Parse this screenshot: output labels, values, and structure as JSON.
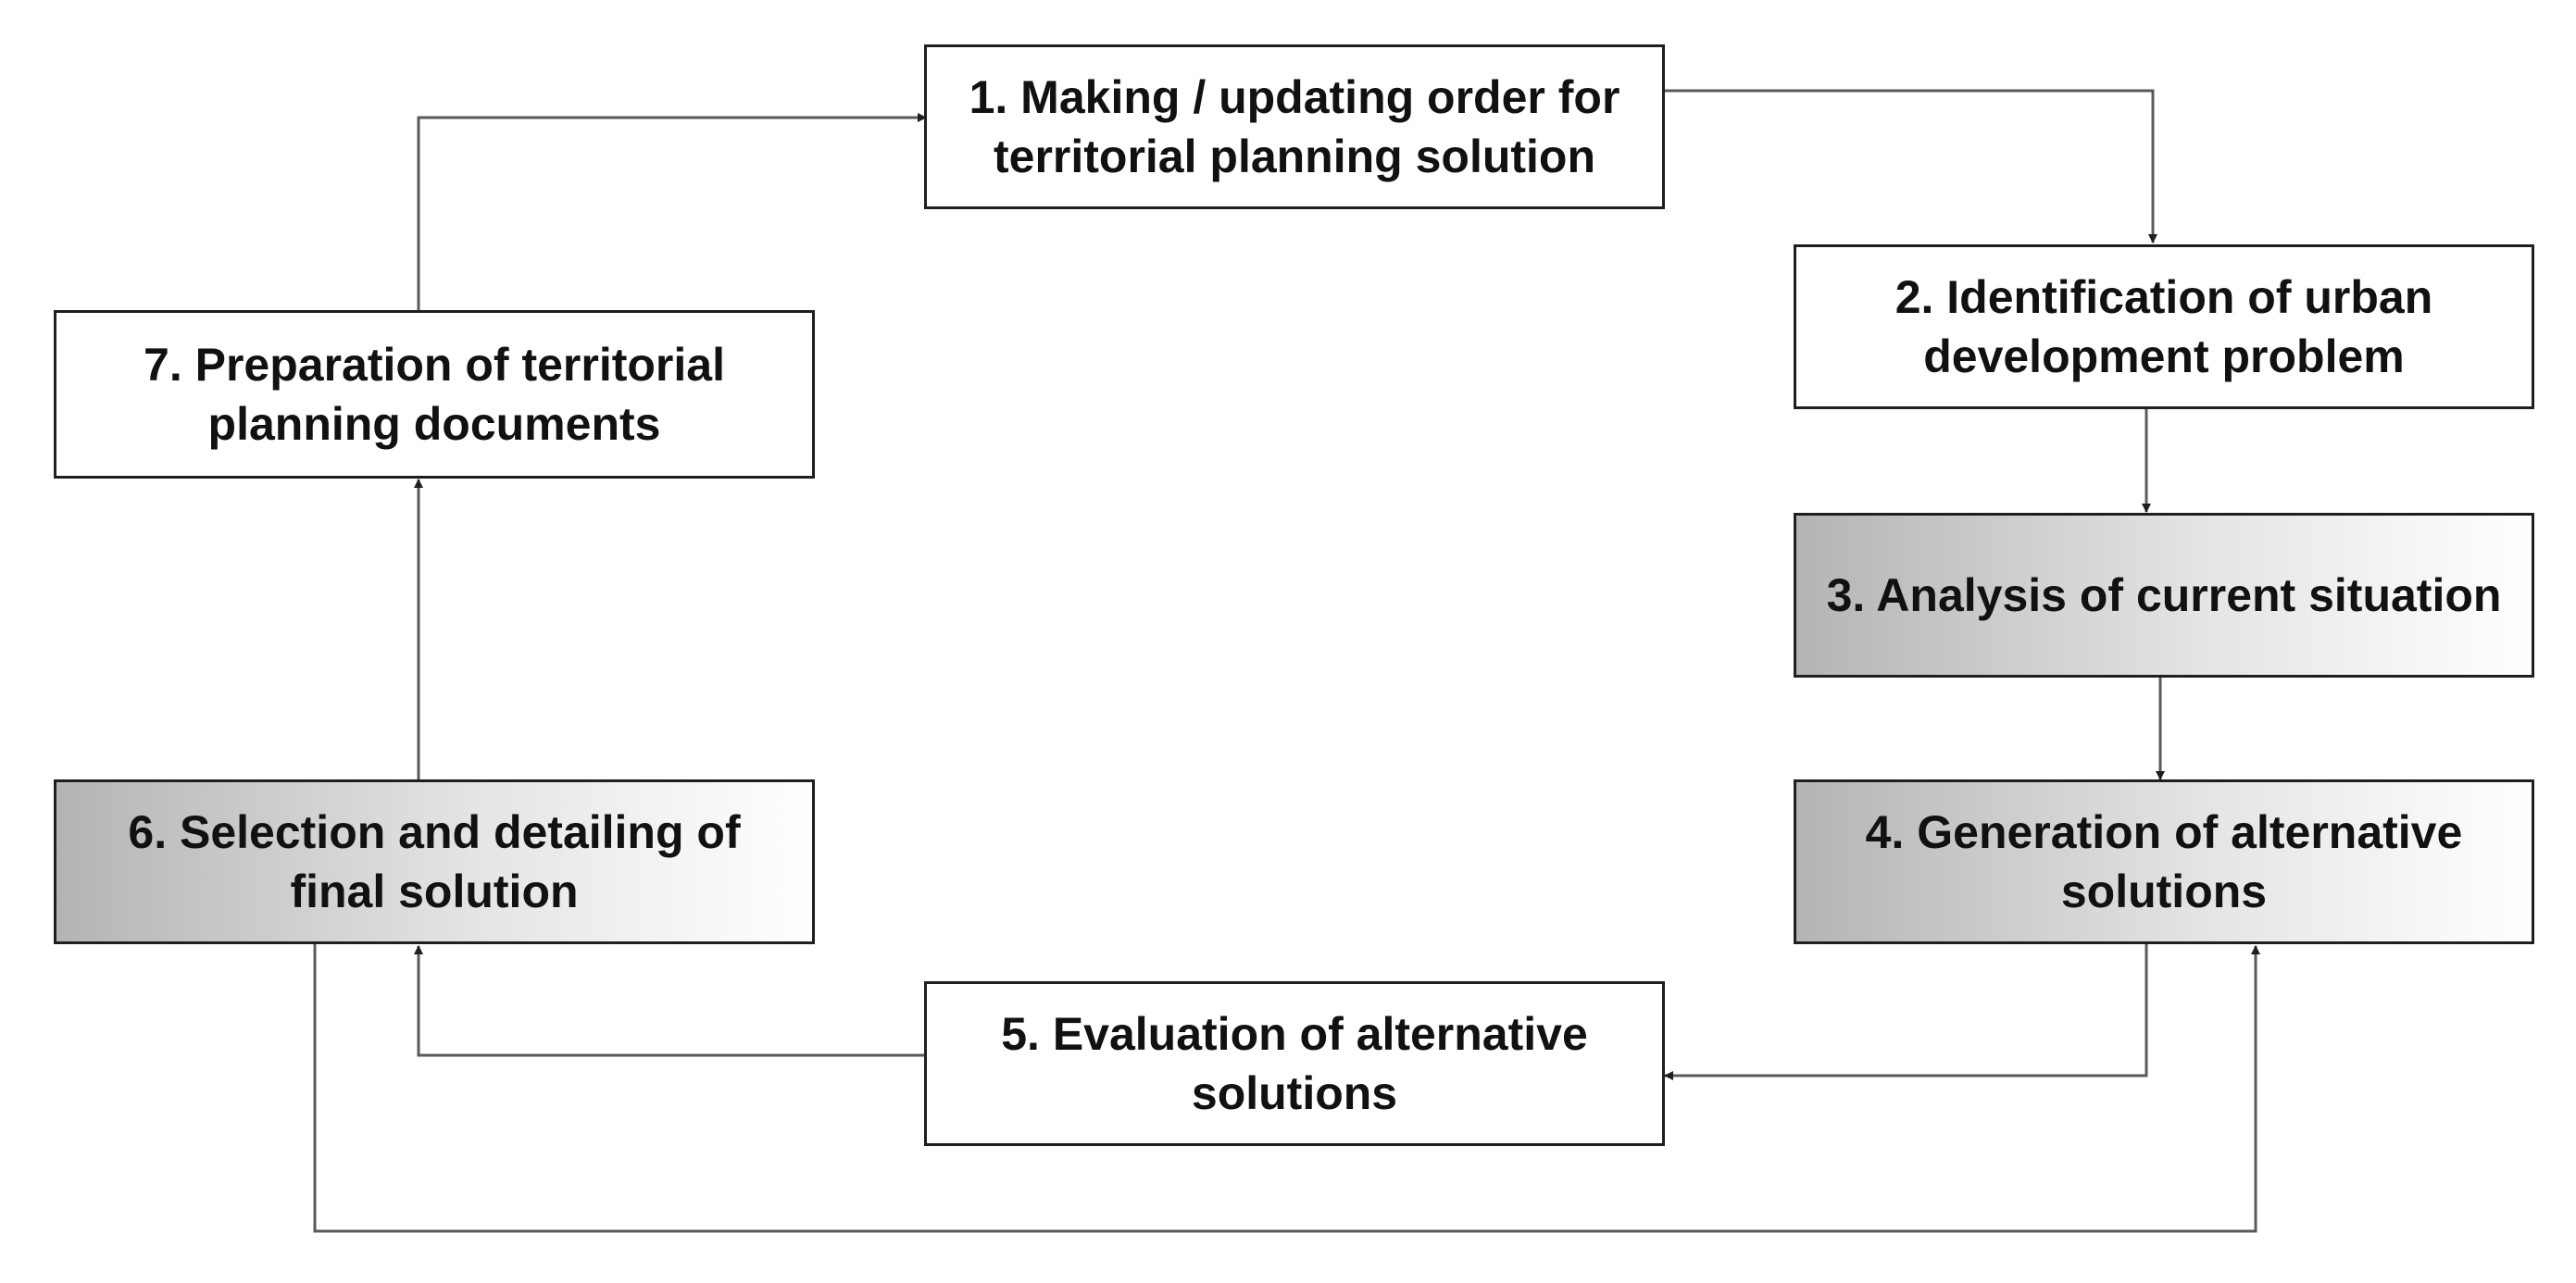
{
  "diagram": {
    "steps": [
      {
        "id": "1",
        "label": "1. Making / updating order for\nterritorial planning solution"
      },
      {
        "id": "2",
        "label": "2. Identification of urban\ndevelopment problem"
      },
      {
        "id": "3",
        "label": "3. Analysis of current situation"
      },
      {
        "id": "4",
        "label": "4. Generation of alternative\nsolutions"
      },
      {
        "id": "5",
        "label": "5. Evaluation of alternative\nsolutions"
      },
      {
        "id": "6",
        "label": "6. Selection and detailing of\nfinal solution"
      },
      {
        "id": "7",
        "label": "7. Preparation of territorial\nplanning documents"
      }
    ],
    "connections": [
      {
        "from": "1",
        "to": "2"
      },
      {
        "from": "2",
        "to": "3"
      },
      {
        "from": "3",
        "to": "4"
      },
      {
        "from": "4",
        "to": "5"
      },
      {
        "from": "5",
        "to": "6"
      },
      {
        "from": "6",
        "to": "7"
      },
      {
        "from": "7",
        "to": "1"
      },
      {
        "from": "6",
        "to": "4"
      }
    ],
    "colors": {
      "line": "#5a5a5a",
      "arrowhead": "#1f1f1f",
      "border": "#1f1f1f",
      "shade_start": "#b4b4b4",
      "shade_end": "#ffffff"
    }
  }
}
